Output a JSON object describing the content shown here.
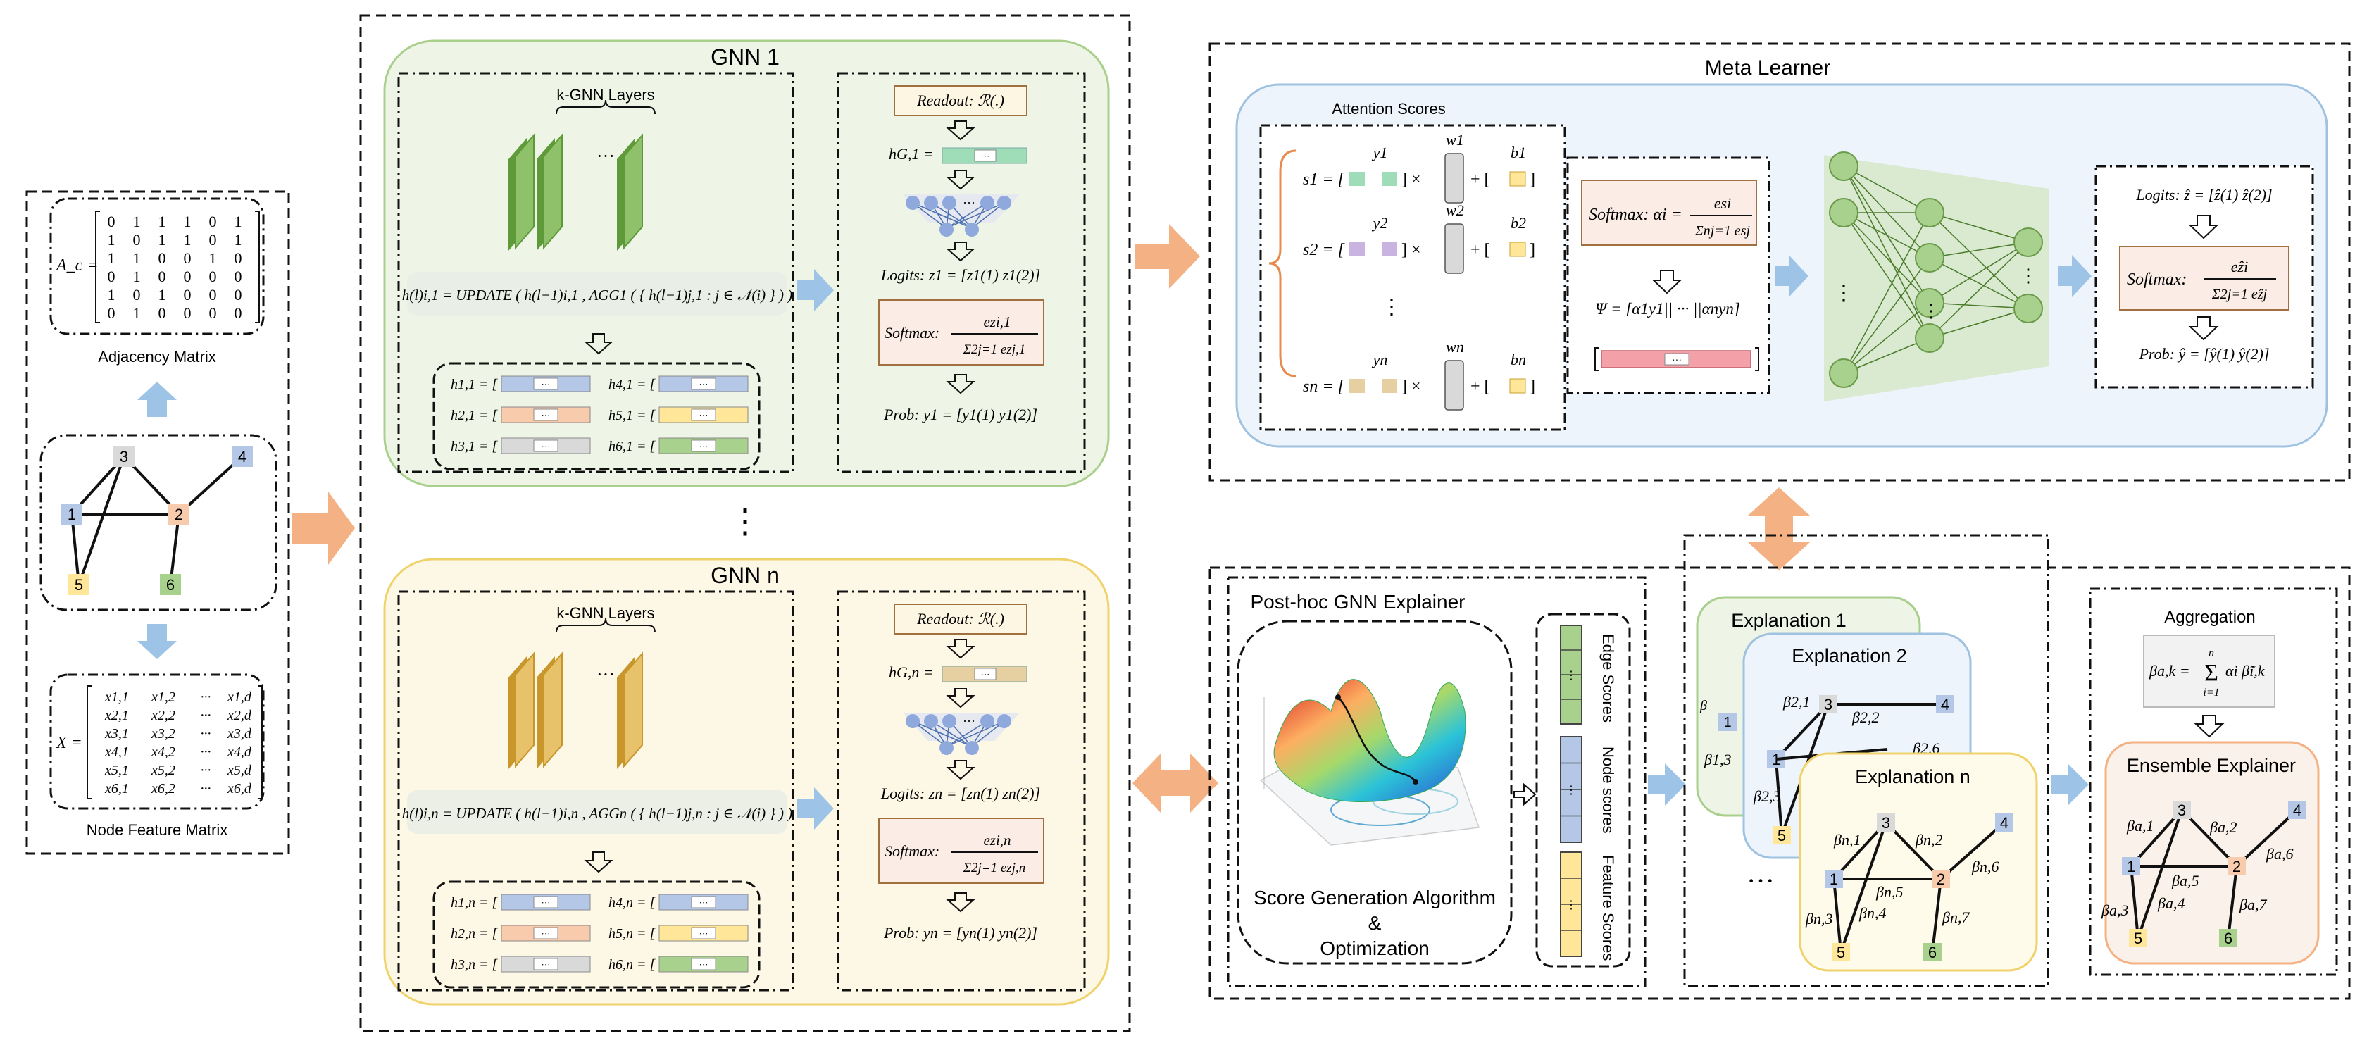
{
  "colors": {
    "green_box": "#eef5e6",
    "green_border": "#a9cf8c",
    "yellow_box": "#fdf8e6",
    "yellow_border": "#f0d26b",
    "blue_box": "#eef4fb",
    "blue_border": "#9fc2e0",
    "arrow_blue": "#9dc3e6",
    "arrow_orange": "#f4b183",
    "node_gray": "#d9d9d9",
    "node_blue": "#b4c7e7",
    "node_orange": "#f8cbad",
    "node_yellow": "#ffe699",
    "node_green": "#a9d18e",
    "cell_red": "#f4a0a8",
    "cell_purple": "#c9b3e0",
    "cell_tan": "#e6cfa1",
    "cell_mint": "#9fdcb8"
  },
  "adjacency": {
    "label": "A_c =",
    "rows": [
      [
        "0",
        "1",
        "1",
        "1",
        "0",
        "1"
      ],
      [
        "1",
        "0",
        "1",
        "1",
        "0",
        "1"
      ],
      [
        "1",
        "1",
        "0",
        "0",
        "1",
        "0"
      ],
      [
        "0",
        "1",
        "0",
        "0",
        "0",
        "0"
      ],
      [
        "1",
        "0",
        "1",
        "0",
        "0",
        "0"
      ],
      [
        "0",
        "1",
        "0",
        "0",
        "0",
        "0"
      ]
    ],
    "caption": "Adjacency Matrix"
  },
  "feature_matrix": {
    "label": "X =",
    "rows": [
      [
        "x1,1",
        "x1,2",
        "···",
        "x1,d"
      ],
      [
        "x2,1",
        "x2,2",
        "···",
        "x2,d"
      ],
      [
        "x3,1",
        "x3,2",
        "···",
        "x3,d"
      ],
      [
        "x4,1",
        "x4,2",
        "···",
        "x4,d"
      ],
      [
        "x5,1",
        "x5,2",
        "···",
        "x5,d"
      ],
      [
        "x6,1",
        "x6,2",
        "···",
        "x6,d"
      ]
    ],
    "caption": "Node Feature Matrix"
  },
  "input_graph": {
    "nodes": [
      "1",
      "2",
      "3",
      "4",
      "5",
      "6"
    ]
  },
  "gnn1": {
    "title": "GNN 1",
    "layers_label": "k-GNN Layers",
    "dots": "···",
    "update_eq": "h_{i,1}^{(l)} = UPDATE(h_{i,1}^{(l−1)}, AGG_1({h_{j,1}^{(l−1)} : j ∈ 𝒩(i)}))",
    "update_text": "h(l)i,1 = UPDATE ( h(l−1)i,1 , AGG1 ( { h(l−1)j,1 : j ∈ 𝒩(i) } ) )",
    "h_rows": [
      "h1,1 = [",
      "h4,1 = [",
      "h2,1 = [",
      "h5,1 = [",
      "h3,1 = [",
      "h6,1 = ["
    ],
    "readout": "Readout: ℛ(.)",
    "hg": "hG,1 =",
    "logits": "Logits: z1 = [z1(1)   z1(2)]",
    "softmax": "Softmax: e^{z_{i,1}} / Σ_{j=1}^{2} e^{z_{j,1}}",
    "softmax_label": "Softmax:",
    "softmax_num": "ezi,1",
    "softmax_den": "Σ2j=1 ezj,1",
    "prob": "Prob: y1 = [y1(1)   y1(2)]"
  },
  "middle_dots": "⋮",
  "gnnn": {
    "title": "GNN n",
    "layers_label": "k-GNN Layers",
    "dots": "···",
    "update_text": "h(l)i,n = UPDATE ( h(l−1)i,n , AGGn ( { h(l−1)j,n : j ∈ 𝒩(i) } ) )",
    "h_rows": [
      "h1,n = [",
      "h4,n = [",
      "h2,n = [",
      "h5,n = [",
      "h3,n = [",
      "h6,n = ["
    ],
    "readout": "Readout: ℛ(.)",
    "hg": "hG,n =",
    "logits": "Logits: zn = [zn(1)   zn(2)]",
    "softmax_label": "Softmax:",
    "softmax_num": "ezi,n",
    "softmax_den": "Σ2j=1 ezj,n",
    "prob": "Prob: yn = [yn(1)   yn(2)]"
  },
  "meta": {
    "title": "Meta Learner",
    "attention_title": "Attention Scores",
    "s_rows": [
      {
        "s": "s1 = [",
        "y": "y1",
        "w": "w1",
        "b": "b1"
      },
      {
        "s": "s2 = [",
        "y": "y2",
        "w": "w2",
        "b": "b2"
      },
      {
        "s": "sn = [",
        "y": "yn",
        "w": "wn",
        "b": "bn"
      }
    ],
    "times": "] ×",
    "plus": "+ [",
    "vdots": "⋮",
    "softmax_label": "Softmax: αi =",
    "softmax_num": "esi",
    "softmax_den": "Σnj=1 esj",
    "psi": "Ψ = [α1y1||   ···   ||αnyn]",
    "logits": "Logits: ẑ = [ẑ(1)   ẑ(2)]",
    "softmax2_label": "Softmax:",
    "softmax2_num": "eẑi",
    "softmax2_den": "Σ2j=1 eẑj",
    "prob": "Prob: ŷ = [ŷ(1)   ŷ(2)]"
  },
  "posthoc": {
    "title": "Post-hoc GNN Explainer",
    "algo_line1": "Score Generation Algorithm",
    "algo_line2": "&",
    "algo_line3": "Optimization",
    "edge_scores": "Edge Scores",
    "node_scores": "Node scores",
    "feature_scores": "Feature Scores"
  },
  "explanations": {
    "exp1": "Explanation 1",
    "exp2": "Explanation 2",
    "expn": "Explanation n",
    "exp2_labels": [
      "β2,1",
      "β2,2",
      "β1,3",
      "β2,3",
      "β2,6"
    ],
    "expn_labels": [
      "βn,1",
      "βn,2",
      "βn,3",
      "βn,4",
      "βn,5",
      "βn,6",
      "βn,7"
    ],
    "dots": "···"
  },
  "aggregation": {
    "title": "Aggregation",
    "formula_left": "βa,k =",
    "formula_sum_top": "n",
    "formula_sum_bottom": "i=1",
    "formula_right": "αi β̃i,k",
    "ensemble_title": "Ensemble Explainer",
    "labels": [
      "βa,1",
      "βa,2",
      "βa,3",
      "βa,4",
      "βa,5",
      "βa,6",
      "βa,7"
    ]
  }
}
